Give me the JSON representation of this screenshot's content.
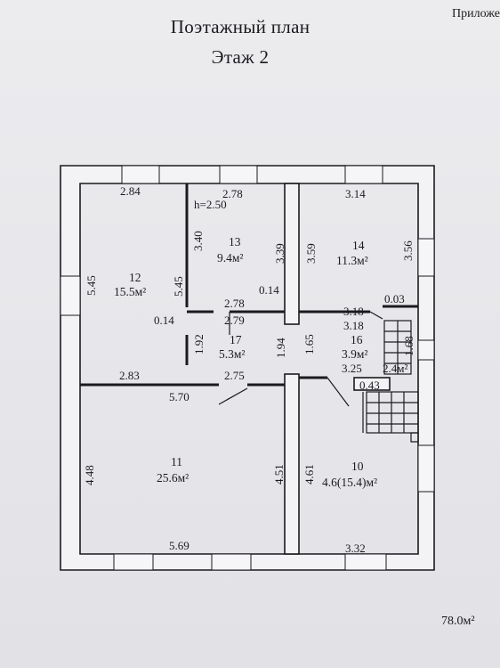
{
  "header": {
    "title": "Поэтажный план",
    "floor": "Этаж 2",
    "appendix": "Приложе"
  },
  "total_area": "78.0м²",
  "rooms": [
    {
      "id": "room-12",
      "number": "12",
      "area": "15.5м²"
    },
    {
      "id": "room-13",
      "number": "13",
      "area": "9.4м²"
    },
    {
      "id": "room-14",
      "number": "14",
      "area": "11.3м²"
    },
    {
      "id": "room-17",
      "number": "17",
      "area": "5.3м²"
    },
    {
      "id": "room-16",
      "number": "16",
      "area": "3.9м²"
    },
    {
      "id": "room-11",
      "number": "11",
      "area": "25.6м²"
    },
    {
      "id": "room-10",
      "number": "10",
      "area": "4.6(15.4)м²"
    }
  ],
  "ceiling_height": "h=2.50",
  "dimensions": [
    "2.84",
    "2.78",
    "3.14",
    "5.45",
    "5.45",
    "3.40",
    "3.39",
    "3.59",
    "3.56",
    "0.14",
    "2.78",
    "0.14",
    "2.79",
    "0.03",
    "3.18",
    "3.18",
    "1.92",
    "1.94",
    "1.65",
    "1.68",
    "3.25",
    "2.4м²",
    "2.83",
    "2.75",
    "0.43",
    "5.70",
    "4.48",
    "4.51",
    "4.61",
    "5.69",
    "3.32"
  ]
}
